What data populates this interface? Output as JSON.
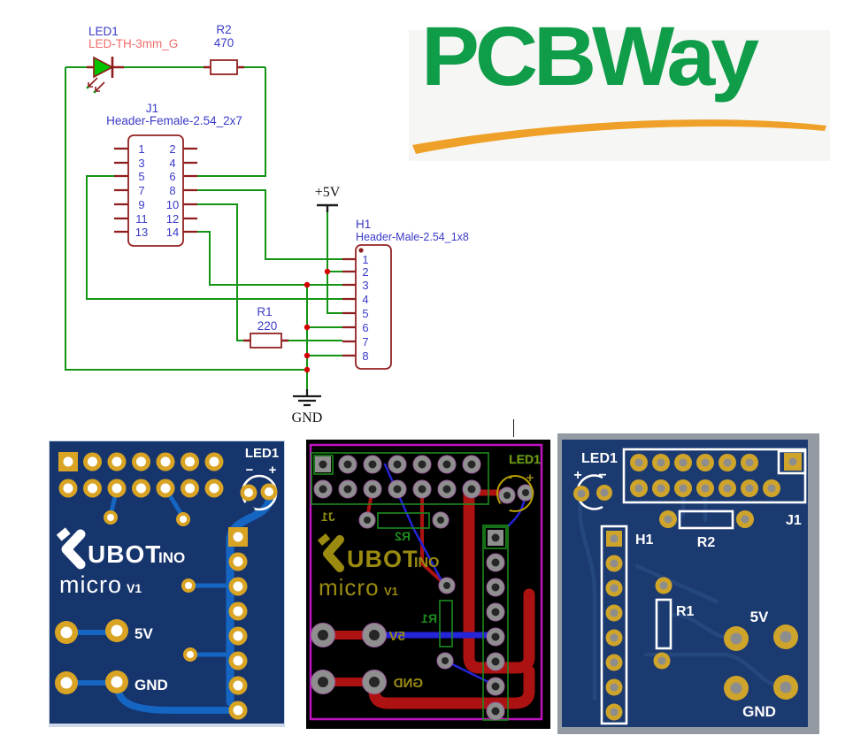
{
  "schematic": {
    "led1": {
      "ref": "LED1",
      "footprint": "LED-TH-3mm_G"
    },
    "r2": {
      "ref": "R2",
      "value": "470"
    },
    "r1": {
      "ref": "R1",
      "value": "220"
    },
    "j1": {
      "ref": "J1",
      "footprint": "Header-Female-2.54_2x7",
      "left_pins": [
        "1",
        "3",
        "5",
        "7",
        "9",
        "11",
        "13"
      ],
      "right_pins": [
        "2",
        "4",
        "6",
        "8",
        "10",
        "12",
        "14"
      ]
    },
    "h1": {
      "ref": "H1",
      "footprint": "Header-Male-2.54_1x8",
      "pins": [
        "1",
        "2",
        "3",
        "4",
        "5",
        "6",
        "7",
        "8"
      ]
    },
    "power_label": "+5V",
    "ground_label": "GND",
    "colors": {
      "wire": "#149414",
      "symbol_outline": "#942222",
      "designator_blue": "#3a3ac8",
      "footprint_red": "#f26b6b",
      "junction_red": "#d40000",
      "led_green": "#00c400"
    }
  },
  "pcbway": {
    "text": "PCBWay",
    "green": "#0f9d49",
    "orange": "#efa028"
  },
  "board_front": {
    "led_label": "LED1",
    "led_minus": "−",
    "led_plus": "+",
    "brand_main": "UBOT",
    "brand_suffix": "INO",
    "product": "micro",
    "version": "V1",
    "rail_5v": "5V",
    "rail_gnd": "GND",
    "colors": {
      "board": "#17356d",
      "pad_gold": "#d9a423",
      "trace_blue": "#1565c2",
      "silk": "#ffffff"
    }
  },
  "board_layout": {
    "led_label": "LED1",
    "led_minus": "−",
    "led_plus": "+",
    "j1_label": "J1",
    "r2_label": "R2",
    "r1_label": "R1",
    "rail_5v": "5V",
    "rail_gnd": "GND",
    "brand_main": "UBOT",
    "brand_suffix": "INO",
    "product": "micro",
    "version": "V1",
    "colors": {
      "background": "#000000",
      "board_outline": "#c013c0",
      "component_outline": "#1d8c1d",
      "top_copper": "#ad1212",
      "bottom_copper": "#2424d8",
      "silk_olive": "#9a8b10",
      "pad_gray": "#8f8f8f"
    }
  },
  "board_back": {
    "led_label": "LED1",
    "led_plus": "+",
    "led_minus": "−",
    "j1_label": "J1",
    "h1_label": "H1",
    "r2_label": "R2",
    "r1_label": "R1",
    "rail_5v": "5V",
    "rail_gnd": "GND",
    "colors": {
      "board": "#1b3a70",
      "frame": "#939aa2",
      "pad_gold": "#cfa42a",
      "silk": "#ffffff"
    }
  }
}
